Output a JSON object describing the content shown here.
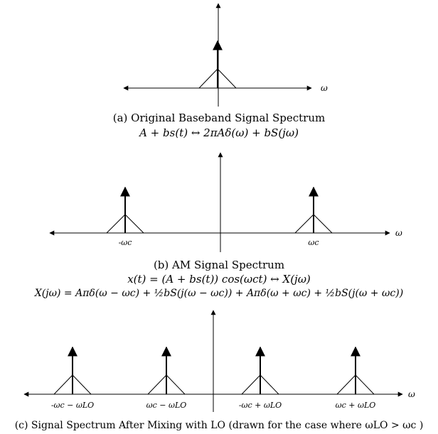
{
  "panel_a": {
    "axis_label": "ω",
    "caption": "(a) Original Baseband Signal Spectrum",
    "equation": "A + bs(t) ↔ 2πAδ(ω) + bS(jω)"
  },
  "panel_b": {
    "axis_label": "ω",
    "tick_labels": [
      "-ωc",
      "ωc"
    ],
    "caption": "(b) AM Signal Spectrum",
    "equation1": "x(t) = (A + bs(t)) cos(ωct) ↔ X(jω)",
    "equation2": "X(jω) = Aπδ(ω − ωc) + ½bS(j(ω − ωc)) + Aπδ(ω + ωc) + ½bS(j(ω + ωc))"
  },
  "panel_c": {
    "axis_label": "ω",
    "tick_labels": [
      "-ωc − ωLO",
      "ωc − ωLO",
      "-ωc + ωLO",
      "ωc + ωLO"
    ],
    "caption": "(c) Signal Spectrum After Mixing with LO (drawn for the case where ωLO > ωc )"
  }
}
